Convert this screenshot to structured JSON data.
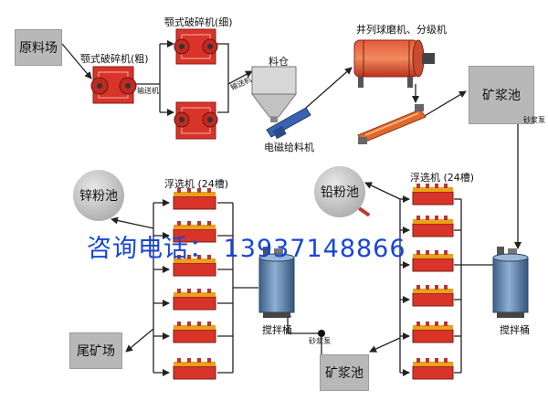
{
  "labels": {
    "raw_yard": "原料场",
    "jaw_coarse": "颚式破碎机(粗)",
    "jaw_fine": "颚式破碎机(细)",
    "conveyor_1": "输送机",
    "conveyor_2": "输送机",
    "bin": "料仓",
    "feeder": "电磁给料机",
    "ball_mill": "井列球磨机、分级机",
    "slurry_tank_right": "矿浆池",
    "sand_pump_right": "砂浆泵",
    "flotation_right": "浮选机 (24槽)",
    "lead_pool": "铅粉池",
    "agitator_right": "搅拌桶",
    "flotation_left": "浮选机 (24槽)",
    "zinc_pool": "锌粉池",
    "agitator_left": "搅拌桶",
    "tailings": "尾矿场",
    "sand_pump_bottom": "砂浆泵",
    "slurry_tank_bottom": "矿浆池"
  },
  "contact": "咨询电话： 13937148866",
  "colors": {
    "machine_red": "#d8342a",
    "box_gray": "#b8b8b8",
    "contact_blue": "#1646d8",
    "tank_blue": "#5d7fa8",
    "feeder_blue": "#3a62b0"
  }
}
